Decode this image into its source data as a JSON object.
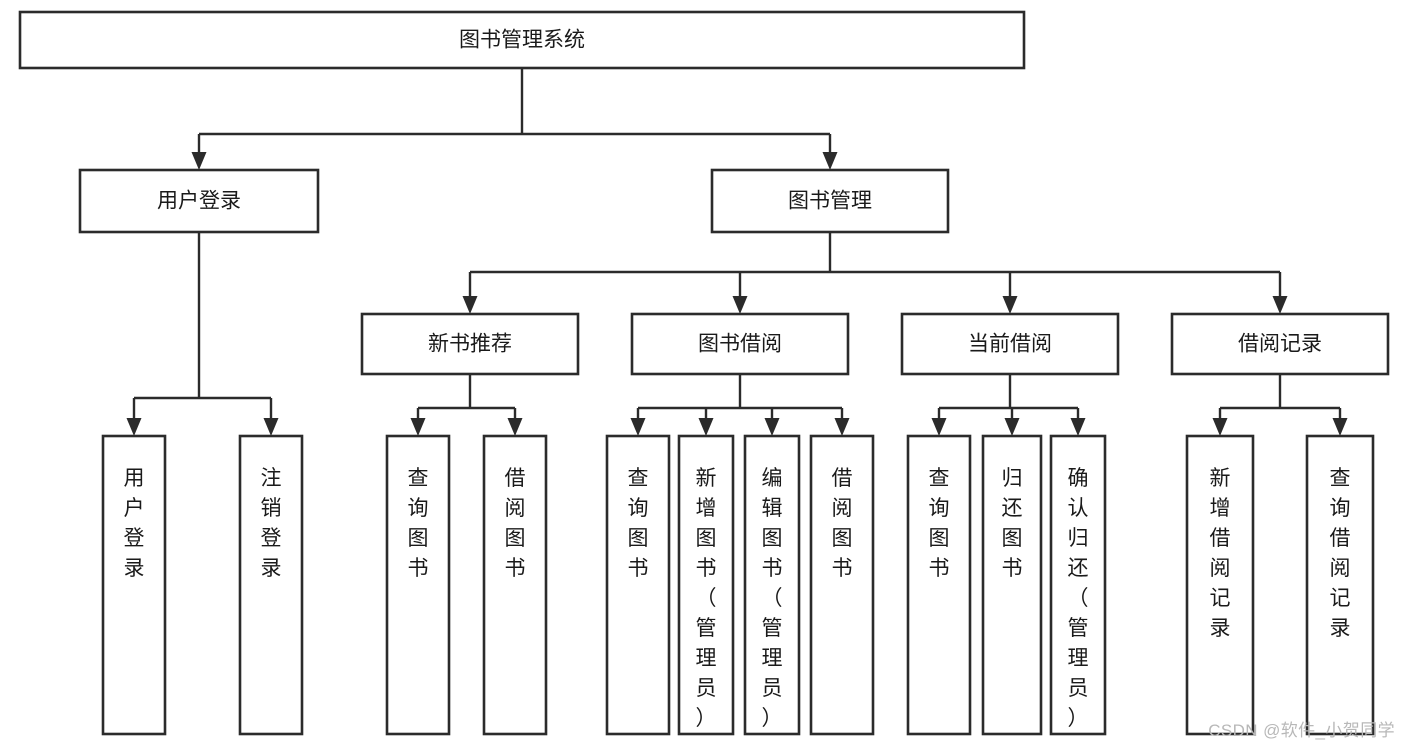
{
  "diagram": {
    "title": "图书管理系统",
    "type": "hierarchy-tree",
    "orientation": "top-down",
    "colors": {
      "box_stroke": "#2b2b2b",
      "box_fill": "#ffffff",
      "line": "#2b2b2b",
      "text": "#1a1a1a",
      "watermark": "#b8b8b8",
      "background": "#ffffff"
    },
    "levels": [
      {
        "level": 1,
        "nodes": [
          {
            "id": "root",
            "label": "图书管理系统",
            "text_orientation": "horizontal"
          }
        ]
      },
      {
        "level": 2,
        "nodes": [
          {
            "id": "user-login",
            "label": "用户登录",
            "text_orientation": "horizontal",
            "parent": "root"
          },
          {
            "id": "book-manage",
            "label": "图书管理",
            "text_orientation": "horizontal",
            "parent": "root"
          }
        ]
      },
      {
        "level": 3,
        "nodes": [
          {
            "id": "new-book-rec",
            "label": "新书推荐",
            "text_orientation": "horizontal",
            "parent": "book-manage"
          },
          {
            "id": "book-borrow",
            "label": "图书借阅",
            "text_orientation": "horizontal",
            "parent": "book-manage"
          },
          {
            "id": "current-borrow",
            "label": "当前借阅",
            "text_orientation": "horizontal",
            "parent": "book-manage"
          },
          {
            "id": "borrow-record",
            "label": "借阅记录",
            "text_orientation": "horizontal",
            "parent": "book-manage"
          }
        ]
      },
      {
        "level": 4,
        "nodes": [
          {
            "id": "leaf-user-login",
            "label": "用户登录",
            "text_orientation": "vertical",
            "parent": "user-login"
          },
          {
            "id": "leaf-logout",
            "label": "注销登录",
            "text_orientation": "vertical",
            "parent": "user-login"
          },
          {
            "id": "leaf-query-book-1",
            "label": "查询图书",
            "text_orientation": "vertical",
            "parent": "new-book-rec"
          },
          {
            "id": "leaf-borrow-book-1",
            "label": "借阅图书",
            "text_orientation": "vertical",
            "parent": "new-book-rec"
          },
          {
            "id": "leaf-query-book-2",
            "label": "查询图书",
            "text_orientation": "vertical",
            "parent": "book-borrow"
          },
          {
            "id": "leaf-add-book",
            "label": "新增图书（管理员）",
            "text_orientation": "vertical",
            "parent": "book-borrow"
          },
          {
            "id": "leaf-edit-book",
            "label": "编辑图书（管理员）",
            "text_orientation": "vertical",
            "parent": "book-borrow"
          },
          {
            "id": "leaf-borrow-book-2",
            "label": "借阅图书",
            "text_orientation": "vertical",
            "parent": "book-borrow"
          },
          {
            "id": "leaf-query-book-3",
            "label": "查询图书",
            "text_orientation": "vertical",
            "parent": "current-borrow"
          },
          {
            "id": "leaf-return-book",
            "label": "归还图书",
            "text_orientation": "vertical",
            "parent": "current-borrow"
          },
          {
            "id": "leaf-confirm-return",
            "label": "确认归还（管理员）",
            "text_orientation": "vertical",
            "parent": "current-borrow"
          },
          {
            "id": "leaf-add-record",
            "label": "新增借阅记录",
            "text_orientation": "vertical",
            "parent": "borrow-record"
          },
          {
            "id": "leaf-query-record",
            "label": "查询借阅记录",
            "text_orientation": "vertical",
            "parent": "borrow-record"
          }
        ]
      }
    ]
  },
  "watermark": {
    "text": "CSDN @软件_小贺同学"
  }
}
